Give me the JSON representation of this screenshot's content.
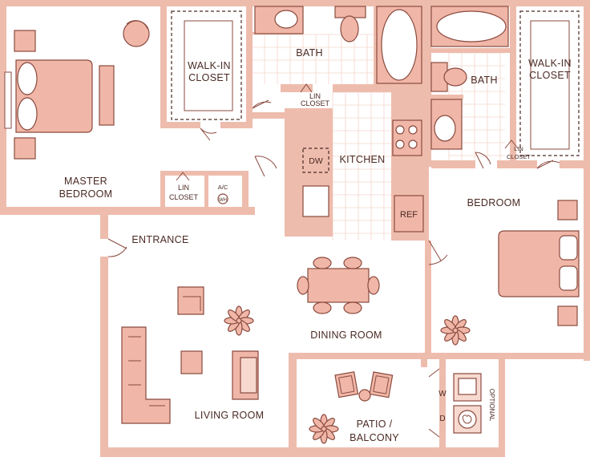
{
  "rooms": {
    "walkin_closet_left": [
      "WALK-IN",
      "CLOSET"
    ],
    "bath_top": "BATH",
    "bath_right": "BATH",
    "walkin_closet_right": [
      "WALK-IN",
      "CLOSET"
    ],
    "master_bedroom": [
      "MASTER",
      "BEDROOM"
    ],
    "lin_closet_bottom": [
      "LIN",
      "CLOSET"
    ],
    "lin_closet_top": [
      "LIN",
      "CLOSET"
    ],
    "lin_closet_right": [
      "LIN",
      "CLOSET"
    ],
    "ac_wh": [
      "A/C",
      "WH"
    ],
    "kitchen": "KITCHEN",
    "dw": "DW",
    "ref": "REF",
    "bedroom": "BEDROOM",
    "entrance": "ENTRANCE",
    "dining_room": "DINING ROOM",
    "living_room": "LIVING ROOM",
    "patio_balcony": [
      "PATIO /",
      "BALCONY"
    ],
    "washer": "W",
    "dryer": "D",
    "optional": "OPTIONAL"
  },
  "colors": {
    "wall": "#eebcad",
    "furniture": "#f0b7a8",
    "outline": "#8a4a3e",
    "text": "#4a2a24"
  }
}
